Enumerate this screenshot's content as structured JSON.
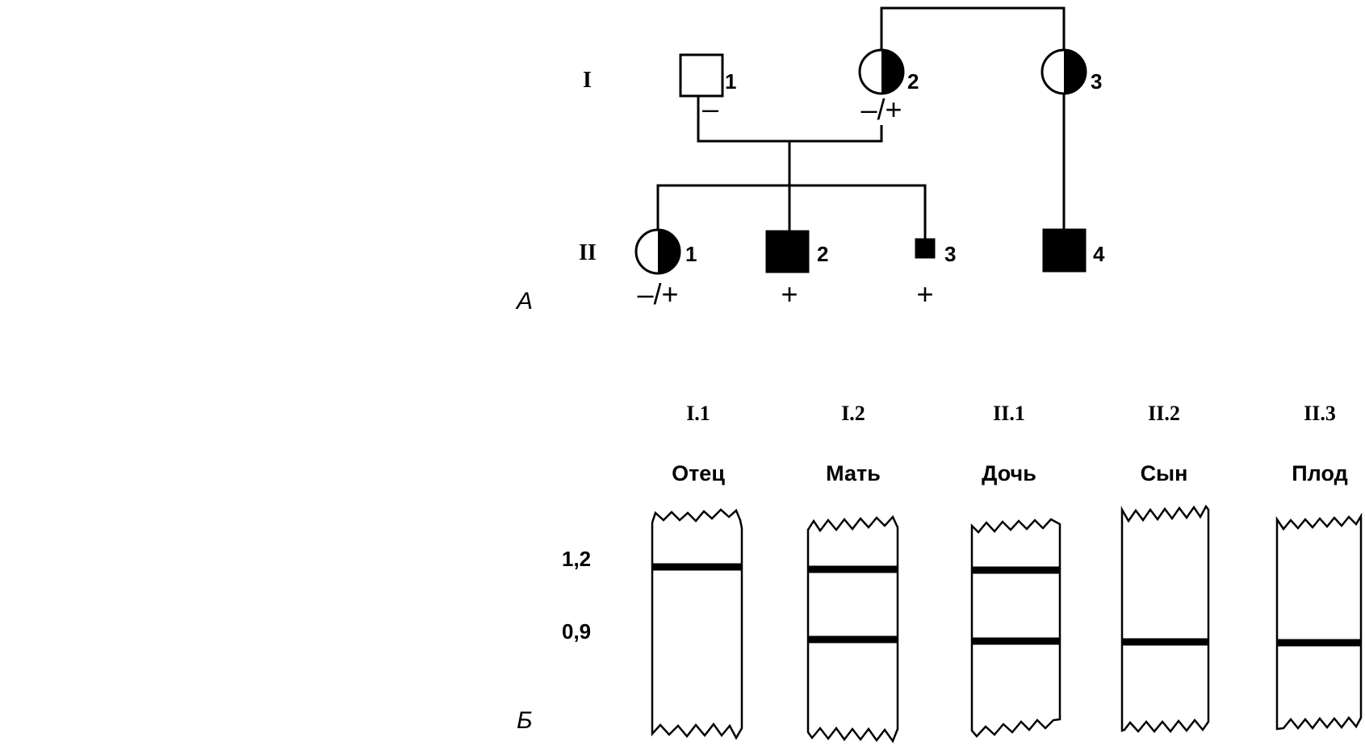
{
  "pedigree": {
    "panel_label": "А",
    "generations": [
      "I",
      "II"
    ],
    "individuals": [
      {
        "id": "I.1",
        "number": "1",
        "sex": "male",
        "status": "unaffected",
        "genotype": "–"
      },
      {
        "id": "I.2",
        "number": "2",
        "sex": "female",
        "status": "carrier",
        "genotype": "–/+"
      },
      {
        "id": "I.3",
        "number": "3",
        "sex": "female",
        "status": "carrier",
        "genotype": ""
      },
      {
        "id": "II.1",
        "number": "1",
        "sex": "female",
        "status": "carrier",
        "genotype": "–/+"
      },
      {
        "id": "II.2",
        "number": "2",
        "sex": "male",
        "status": "affected",
        "genotype": "+"
      },
      {
        "id": "II.3",
        "number": "3",
        "sex": "male",
        "status": "affected (fetus)",
        "genotype": "+"
      },
      {
        "id": "II.4",
        "number": "4",
        "sex": "male",
        "status": "affected",
        "genotype": ""
      }
    ]
  },
  "blot": {
    "panel_label": "Б",
    "size_labels": [
      "1,2",
      "0,9"
    ],
    "lanes": [
      {
        "id": "I.1",
        "name": "Отец",
        "bands": [
          "1,2"
        ]
      },
      {
        "id": "I.2",
        "name": "Мать",
        "bands": [
          "1,2",
          "0,9"
        ]
      },
      {
        "id": "II.1",
        "name": "Дочь",
        "bands": [
          "1,2",
          "0,9"
        ]
      },
      {
        "id": "II.2",
        "name": "Сын",
        "bands": [
          "0,9"
        ]
      },
      {
        "id": "II.3",
        "name": "Плод",
        "bands": [
          "0,9"
        ]
      }
    ]
  },
  "colors": {
    "ink": "#000000",
    "background": "#ffffff"
  }
}
